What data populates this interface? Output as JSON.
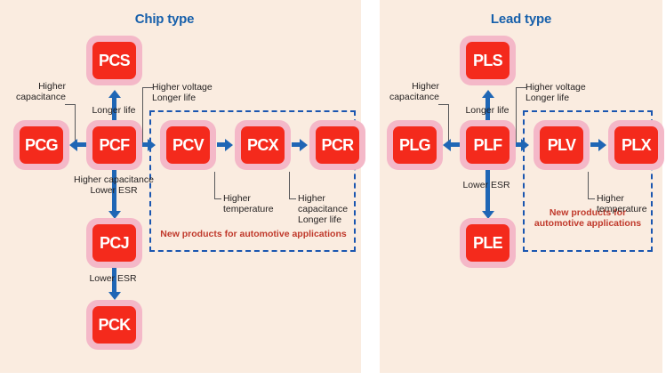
{
  "panels": [
    {
      "id": "chip",
      "title": "Chip type",
      "boxes": [
        {
          "name": "PCS"
        },
        {
          "name": "PCG"
        },
        {
          "name": "PCF"
        },
        {
          "name": "PCV"
        },
        {
          "name": "PCX"
        },
        {
          "name": "PCR"
        },
        {
          "name": "PCJ"
        },
        {
          "name": "PCK"
        }
      ],
      "labels": {
        "higher_capacitance_left_1": "Higher",
        "higher_capacitance_left_2": "capacitance",
        "longer_life_up": "Longer life",
        "higher_voltage_1": "Higher voltage",
        "higher_voltage_2": "Longer life",
        "higher_capacitance_down_1": "Higher capacitance",
        "higher_capacitance_down_2": "Lower ESR",
        "lower_esr_down": "Lower ESR",
        "pcx_note_1": "Higher",
        "pcx_note_2": "temperature",
        "pcr_note_1": "Higher",
        "pcr_note_2": "capacitance",
        "pcr_note_3": "Longer life"
      },
      "dashed_note": "New products for automotive applications"
    },
    {
      "id": "lead",
      "title": "Lead type",
      "boxes": [
        {
          "name": "PLS"
        },
        {
          "name": "PLG"
        },
        {
          "name": "PLF"
        },
        {
          "name": "PLV"
        },
        {
          "name": "PLX"
        },
        {
          "name": "PLE"
        }
      ],
      "labels": {
        "higher_capacitance_left_1": "Higher",
        "higher_capacitance_left_2": "capacitance",
        "longer_life_up": "Longer life",
        "higher_voltage_1": "Higher voltage",
        "higher_voltage_2": "Longer life",
        "lower_esr_down": "Lower ESR",
        "plx_note_1": "Higher",
        "plx_note_2": "temperature"
      },
      "dashed_note_1": "New products for",
      "dashed_note_2": "automotive applications"
    }
  ],
  "colors": {
    "panel_bg": "#faece0",
    "box_outer": "#f4b8c8",
    "box_inner": "#f42a1c",
    "box_text": "#ffffff",
    "title": "#1760ab",
    "arrow": "#1f66b5",
    "dashed": "#1a56b0",
    "note": "#c0392b",
    "label": "#221f1f"
  }
}
